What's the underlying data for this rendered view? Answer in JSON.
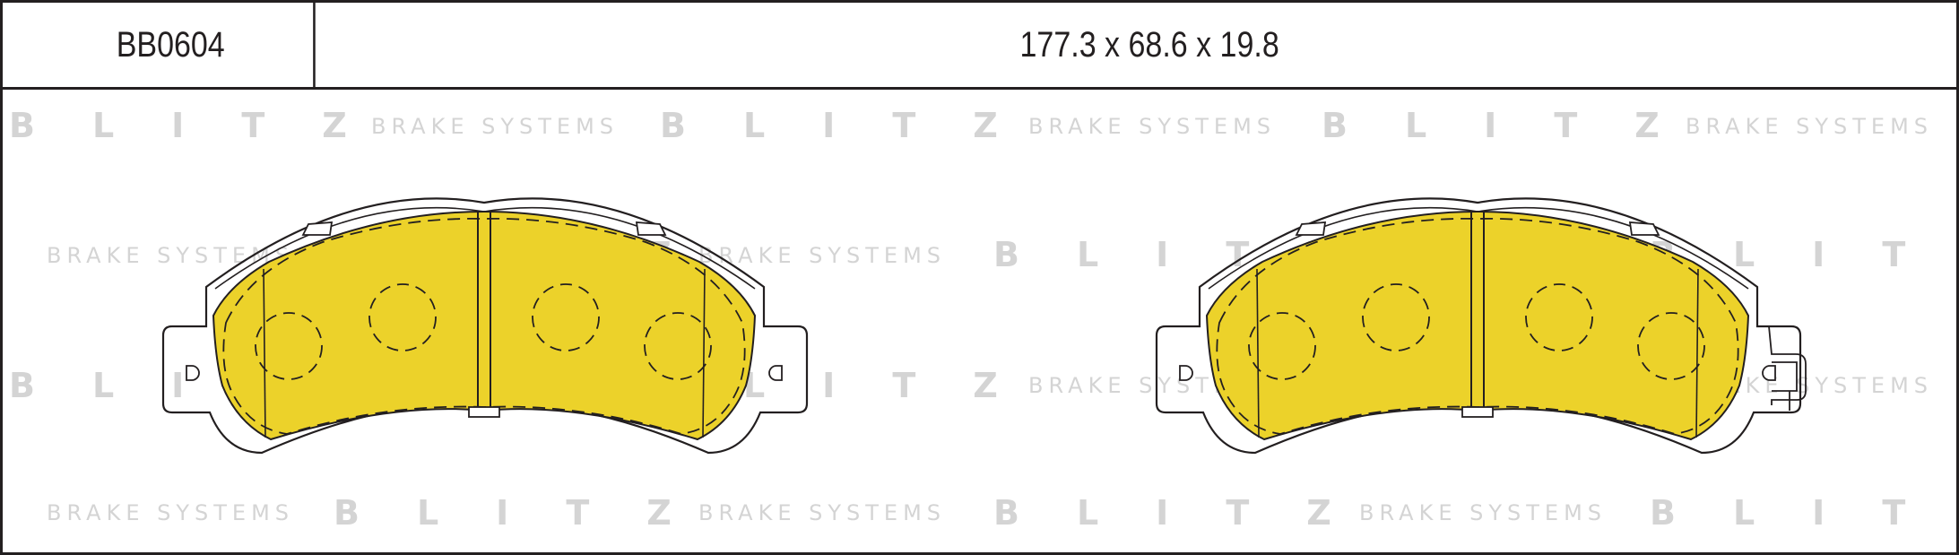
{
  "part": {
    "code": "BB0604",
    "dimensions": "177.3 x 68.6 x 19.8"
  },
  "watermark": {
    "logo": "BLITZ",
    "tagline": "BRAKE SYSTEMS"
  },
  "colors": {
    "pad_fill": "#ecd22a",
    "outline": "#231f20",
    "watermark": "#d4d4d4"
  }
}
